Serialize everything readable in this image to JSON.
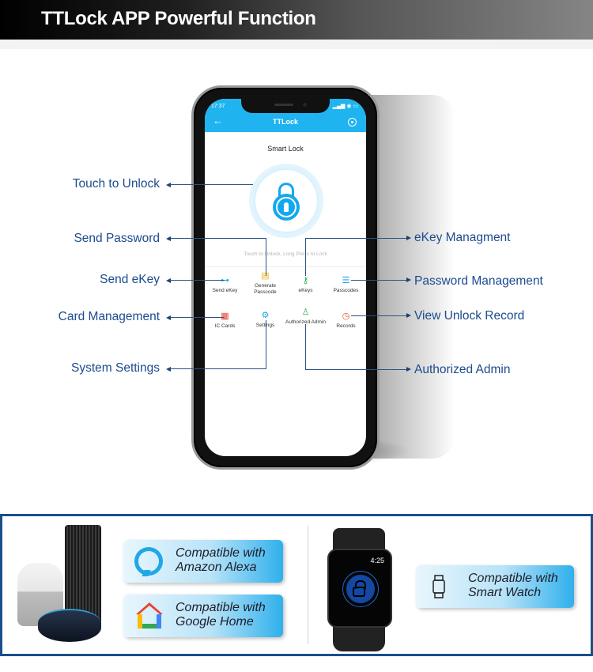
{
  "header": {
    "title": "TTLock APP Powerful Function"
  },
  "phone": {
    "status_time": "17:37",
    "status_icons": "▂▄▆ ◉ ▭",
    "app_title": "TTLock",
    "back_icon": "←",
    "lock_name": "Smart Lock",
    "hint": "Touch to Unlock, Long Press to Lock",
    "grid": [
      {
        "label": "Send eKey",
        "icon": "send-ekey",
        "glyph": "⊶",
        "color": "#1fa8e8"
      },
      {
        "label": "Generate Passcode",
        "icon": "document",
        "glyph": "▤",
        "color": "#f2b81c"
      },
      {
        "label": "eKeys",
        "icon": "keys",
        "glyph": "⚷",
        "color": "#2bb55a"
      },
      {
        "label": "Passcodes",
        "icon": "list",
        "glyph": "☰",
        "color": "#1fa8e8"
      },
      {
        "label": "IC Cards",
        "icon": "card",
        "glyph": "▦",
        "color": "#e8462e"
      },
      {
        "label": "Settings",
        "icon": "gear",
        "glyph": "⚙",
        "color": "#1fa8e8"
      },
      {
        "label": "Authorized Admin",
        "icon": "admin",
        "glyph": "♙",
        "color": "#2bb55a"
      },
      {
        "label": "Records",
        "icon": "clock",
        "glyph": "◷",
        "color": "#e8462e"
      }
    ]
  },
  "callouts": {
    "left": [
      "Touch to Unlock",
      "Send Password",
      "Send eKey",
      "Card Management",
      "System Settings"
    ],
    "right": [
      "eKey Managment",
      "Password Management",
      "View Unlock Record",
      "Authorized Admin"
    ]
  },
  "compat": {
    "alexa": "Compatible with\nAmazon Alexa",
    "alexa_l1": "Compatible with",
    "alexa_l2": "Amazon Alexa",
    "google_l1": "Compatible with",
    "google_l2": "Google Home",
    "watch_l1": "Compatible with",
    "watch_l2": "Smart Watch",
    "watch_time": "4:25"
  },
  "colors": {
    "accent": "#1fb4f0",
    "callout": "#1c4b8f",
    "frame": "#1a4f8a"
  }
}
